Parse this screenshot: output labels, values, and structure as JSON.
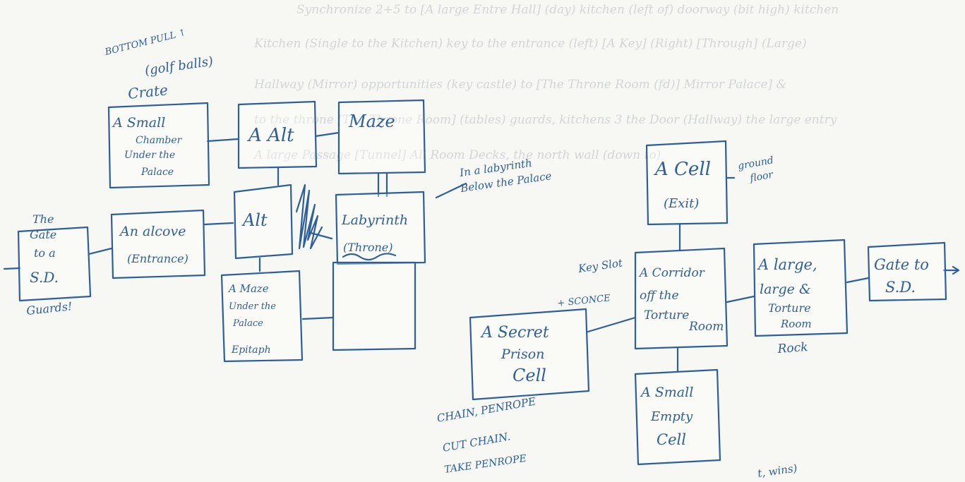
{
  "rooms": {
    "small_chamber": [
      "A Small",
      "Chamber",
      "Under the",
      "Palace"
    ],
    "alt_top": [
      "A Alt"
    ],
    "maze_top": [
      "Maze"
    ],
    "gate_left": [
      "The",
      "Gate",
      "to a",
      "S.D."
    ],
    "alcove": [
      "An alcove",
      "(Entrance)"
    ],
    "alt_mid": [
      "Alt"
    ],
    "labyrinth": [
      "Labyrinth",
      "(Throne)"
    ],
    "maze_under": [
      "A Maze",
      "Under the",
      "Palace",
      "Epitaph"
    ],
    "cell": [
      "A Cell",
      "(Exit)"
    ],
    "corridor": [
      "A Corridor",
      "off the",
      "Torture",
      "Room"
    ],
    "torture_room": [
      "A large,",
      "large &",
      "Torture",
      "Room"
    ],
    "gate_right": [
      "Gate to",
      "S.D."
    ],
    "secret_cell": [
      "A Secret",
      "Prison",
      "Cell"
    ],
    "empty_cell": [
      "A Small",
      "Empty",
      "Cell"
    ]
  },
  "notes": {
    "bottom_pull": "BOTTOM PULL ↑",
    "golf_balls": "(golf balls)",
    "crate": "Crate",
    "labyrinth_note": [
      "In a labyrinth",
      "Below the Palace"
    ],
    "guards": "Guards!",
    "ground_floor": [
      "ground",
      "floor"
    ],
    "key_slot": "Key Slot",
    "sconce": "+ SCONCE",
    "rock": "Rock",
    "chain_penrope": "CHAIN, PENROPE",
    "cut_chain": "CUT CHAIN.",
    "take_penrope": "TAKE PENROPE",
    "bottom_partial": "t, wins)"
  },
  "bleed_through": [
    "Synchronize 2+5    to [A large Entre Hall] (day)    kitchen (left of) doorway    (bit high) kitchen",
    "Kitchen (Single to the Kitchen)    key to the entrance (left)    [A Key]  (Right)  [Through]  (Large)",
    "Hallway (Mirror)    opportunities (key castle)    to [The Throne Room (fd)]    Mirror    Palace]  &",
    "to the throne [The Throne Room] (tables)    guards, kitchens    3    the Door    (Hallway) the large entry",
    "A large Passage [Tunnel]    All Room Decks, the north wall    (down to)"
  ]
}
